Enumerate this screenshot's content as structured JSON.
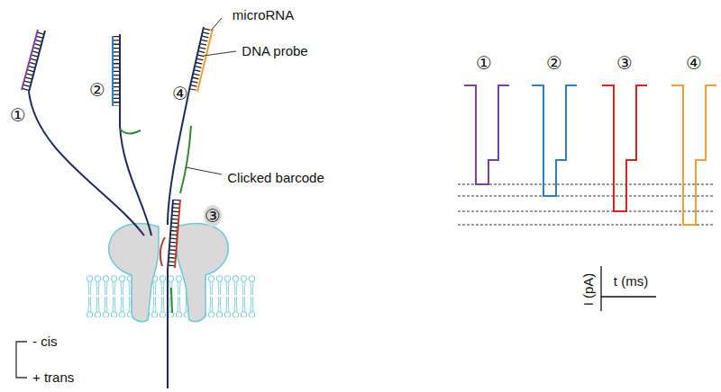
{
  "diagram": {
    "labels": [
      "microRNA",
      "DNA probe",
      "Clicked barcode",
      "①",
      "②",
      "④",
      "③",
      "①",
      "②",
      "③",
      "④",
      "- cis",
      "+ trans",
      "I (pA)",
      "t (ms)"
    ]
  }
}
